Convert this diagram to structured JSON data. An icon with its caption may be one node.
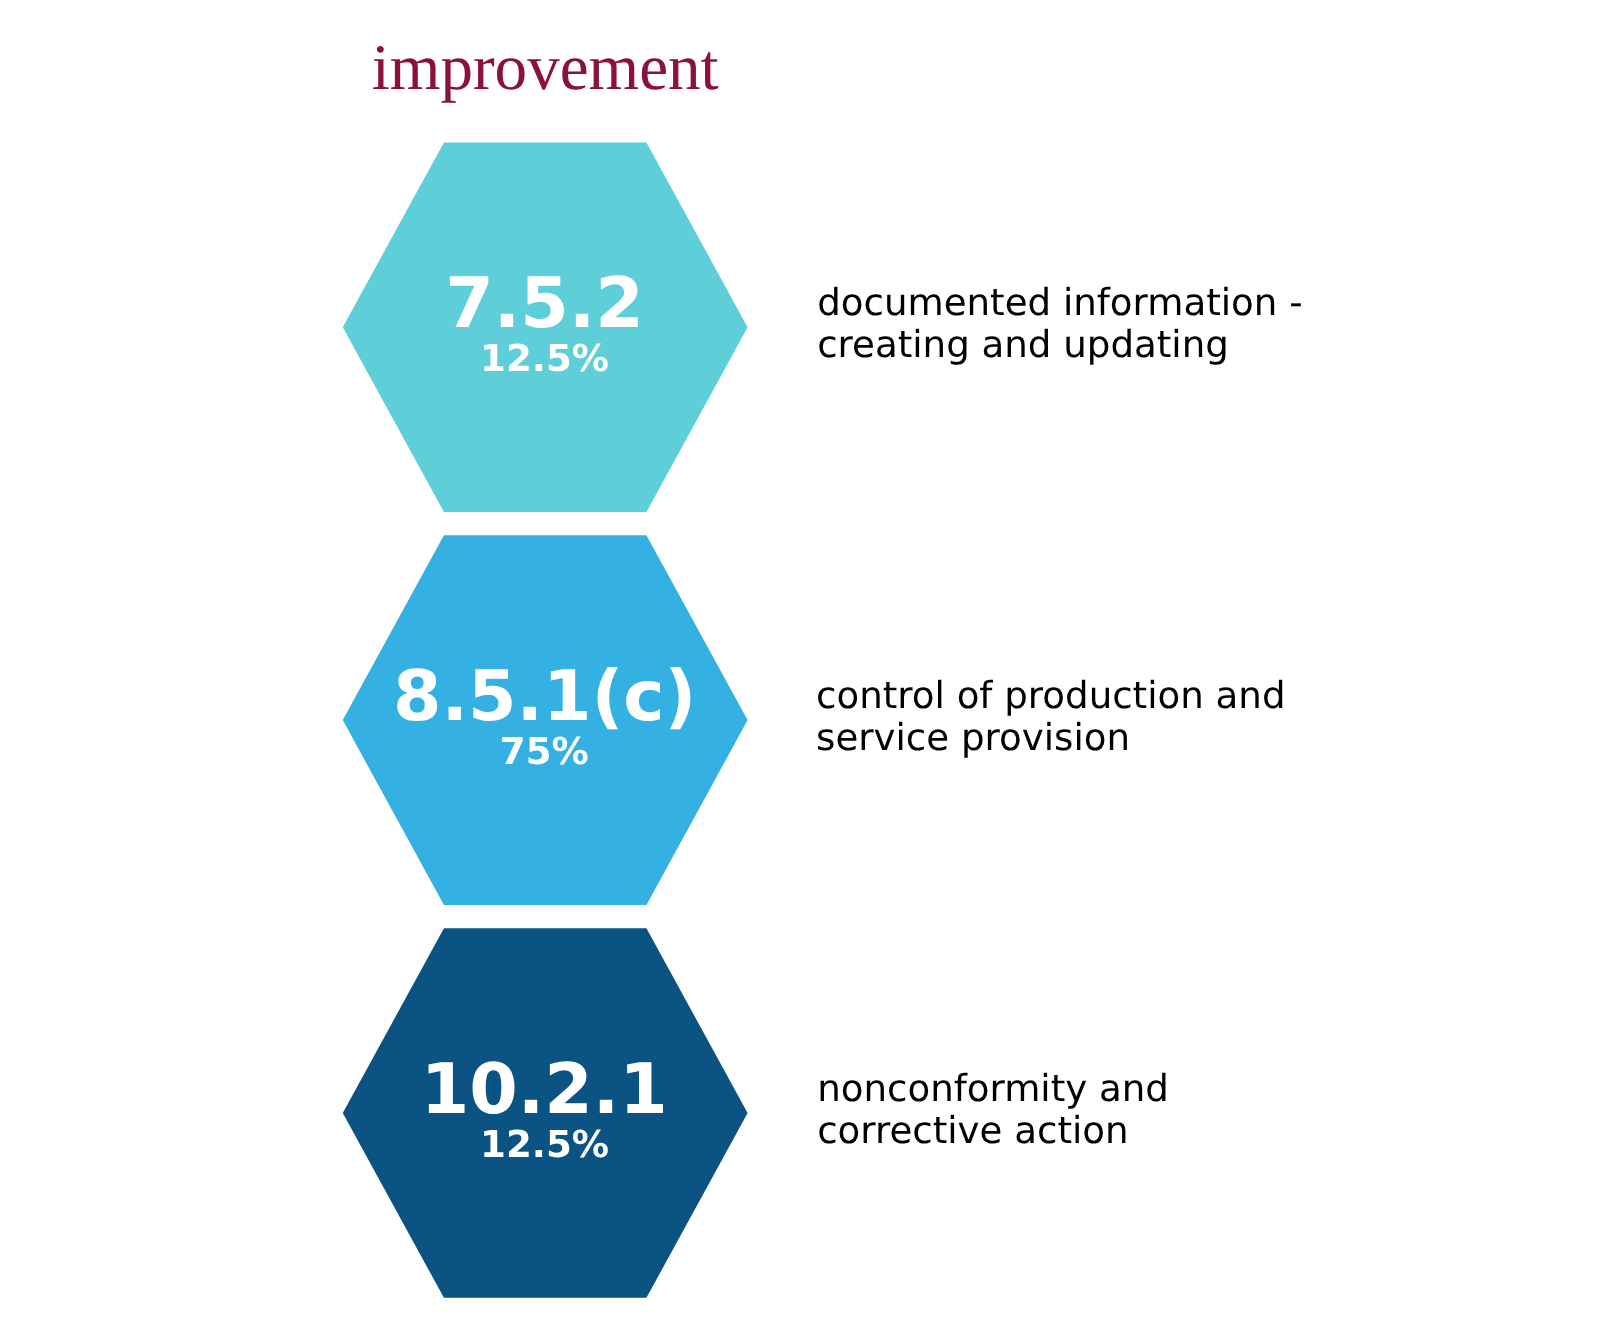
{
  "diagram": {
    "nodes": [
      {
        "text": [
          "7.5.2",
          "12.5%"
        ],
        "beside": [
          "documented information - creating and updating"
        ]
      },
      {
        "text": [
          "8.5.1(c)",
          "75%"
        ],
        "beside": [
          "control of production and service provision"
        ]
      },
      {
        "text": [
          "10.2.1",
          "12.5%"
        ],
        "beside": [
          "nonconformity and corrective action"
        ]
      }
    ],
    "edges": [],
    "labels": [
      "improvement"
    ]
  }
}
